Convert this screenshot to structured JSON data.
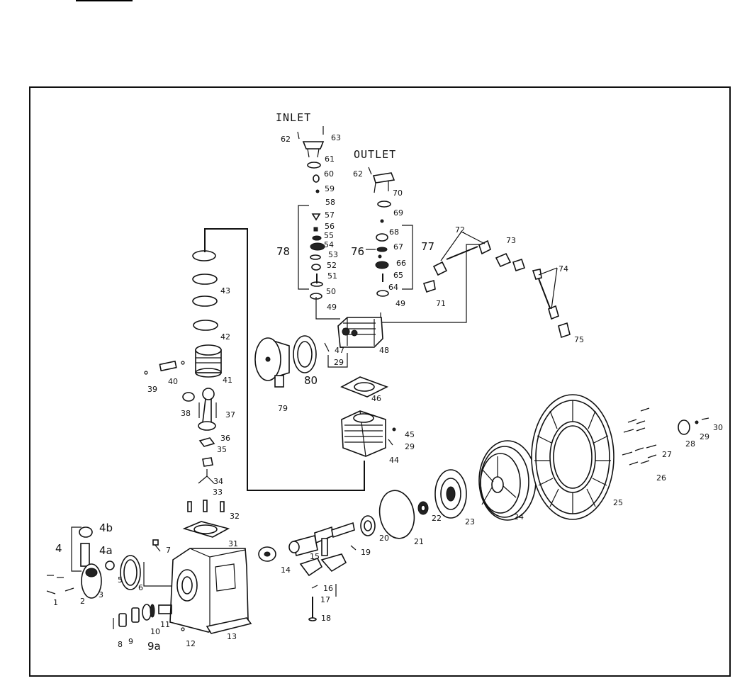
{
  "headers": {
    "inlet": "INLET",
    "outlet": "OUTLET"
  },
  "labels": {
    "p1": "1",
    "p2": "2",
    "p3": "3",
    "p4": "4",
    "p4a": "4a",
    "p4b": "4b",
    "p5": "5",
    "p6": "6",
    "p7": "7",
    "p8": "8",
    "p9": "9",
    "p9a": "9a",
    "p10": "10",
    "p11": "11",
    "p12": "12",
    "p13": "13",
    "p14": "14",
    "p15": "15",
    "p16": "16",
    "p17": "17",
    "p18": "18",
    "p19": "19",
    "p20": "20",
    "p21": "21",
    "p22": "22",
    "p23": "23",
    "p24": "24",
    "p25": "25",
    "p26": "26",
    "p27": "27",
    "p28": "28",
    "p29a": "29",
    "p29b": "29",
    "p29c": "29",
    "p30": "30",
    "p31": "31",
    "p32": "32",
    "p33": "33",
    "p34": "34",
    "p35": "35",
    "p36": "36",
    "p37": "37",
    "p38": "38",
    "p39": "39",
    "p40": "40",
    "p41": "41",
    "p42": "42",
    "p43": "43",
    "p44": "44",
    "p45": "45",
    "p46": "46",
    "p47": "47",
    "p48": "48",
    "p49a": "49",
    "p49b": "49",
    "p50": "50",
    "p51": "51",
    "p52": "52",
    "p53": "53",
    "p54": "54",
    "p55": "55",
    "p56": "56",
    "p57": "57",
    "p58": "58",
    "p59": "59",
    "p60": "60",
    "p61": "61",
    "p62a": "62",
    "p62b": "62",
    "p63": "63",
    "p64": "64",
    "p65": "65",
    "p66": "66",
    "p67": "67",
    "p68": "68",
    "p69": "69",
    "p70": "70",
    "p71": "71",
    "p72": "72",
    "p73": "73",
    "p74": "74",
    "p75": "75",
    "p76": "76",
    "p77": "77",
    "p78": "78",
    "p79": "79",
    "p80": "80"
  }
}
